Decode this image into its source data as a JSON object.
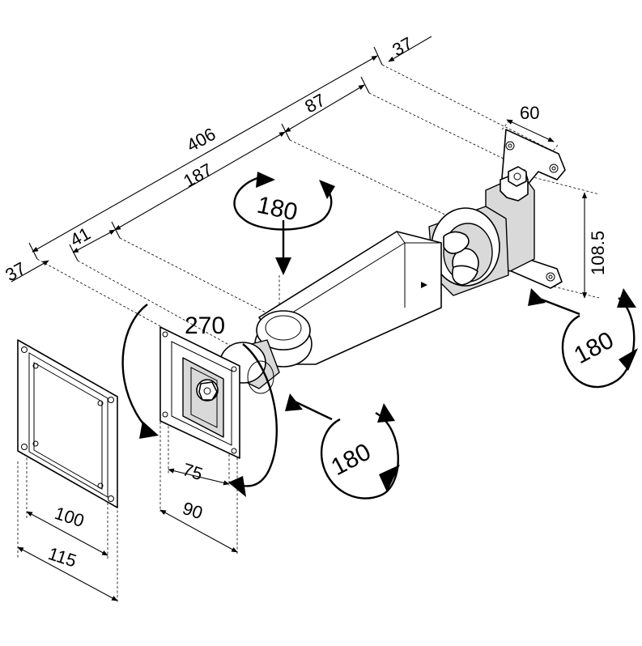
{
  "dimensions": {
    "total_length": "406",
    "arm_length": "187",
    "plate_offset": "37",
    "joint_offset": "41",
    "wall_offset": "87",
    "wall_end_offset": "37",
    "wall_plate_width": "60",
    "wall_plate_height": "108.5",
    "vesa_inner_small": "75",
    "vesa_outer_small": "90",
    "vesa_inner_large": "100",
    "vesa_outer_large": "115"
  },
  "rotations": {
    "arm_swivel": "180",
    "tilt": "270",
    "head_swivel": "180",
    "wall_swivel": "180"
  }
}
